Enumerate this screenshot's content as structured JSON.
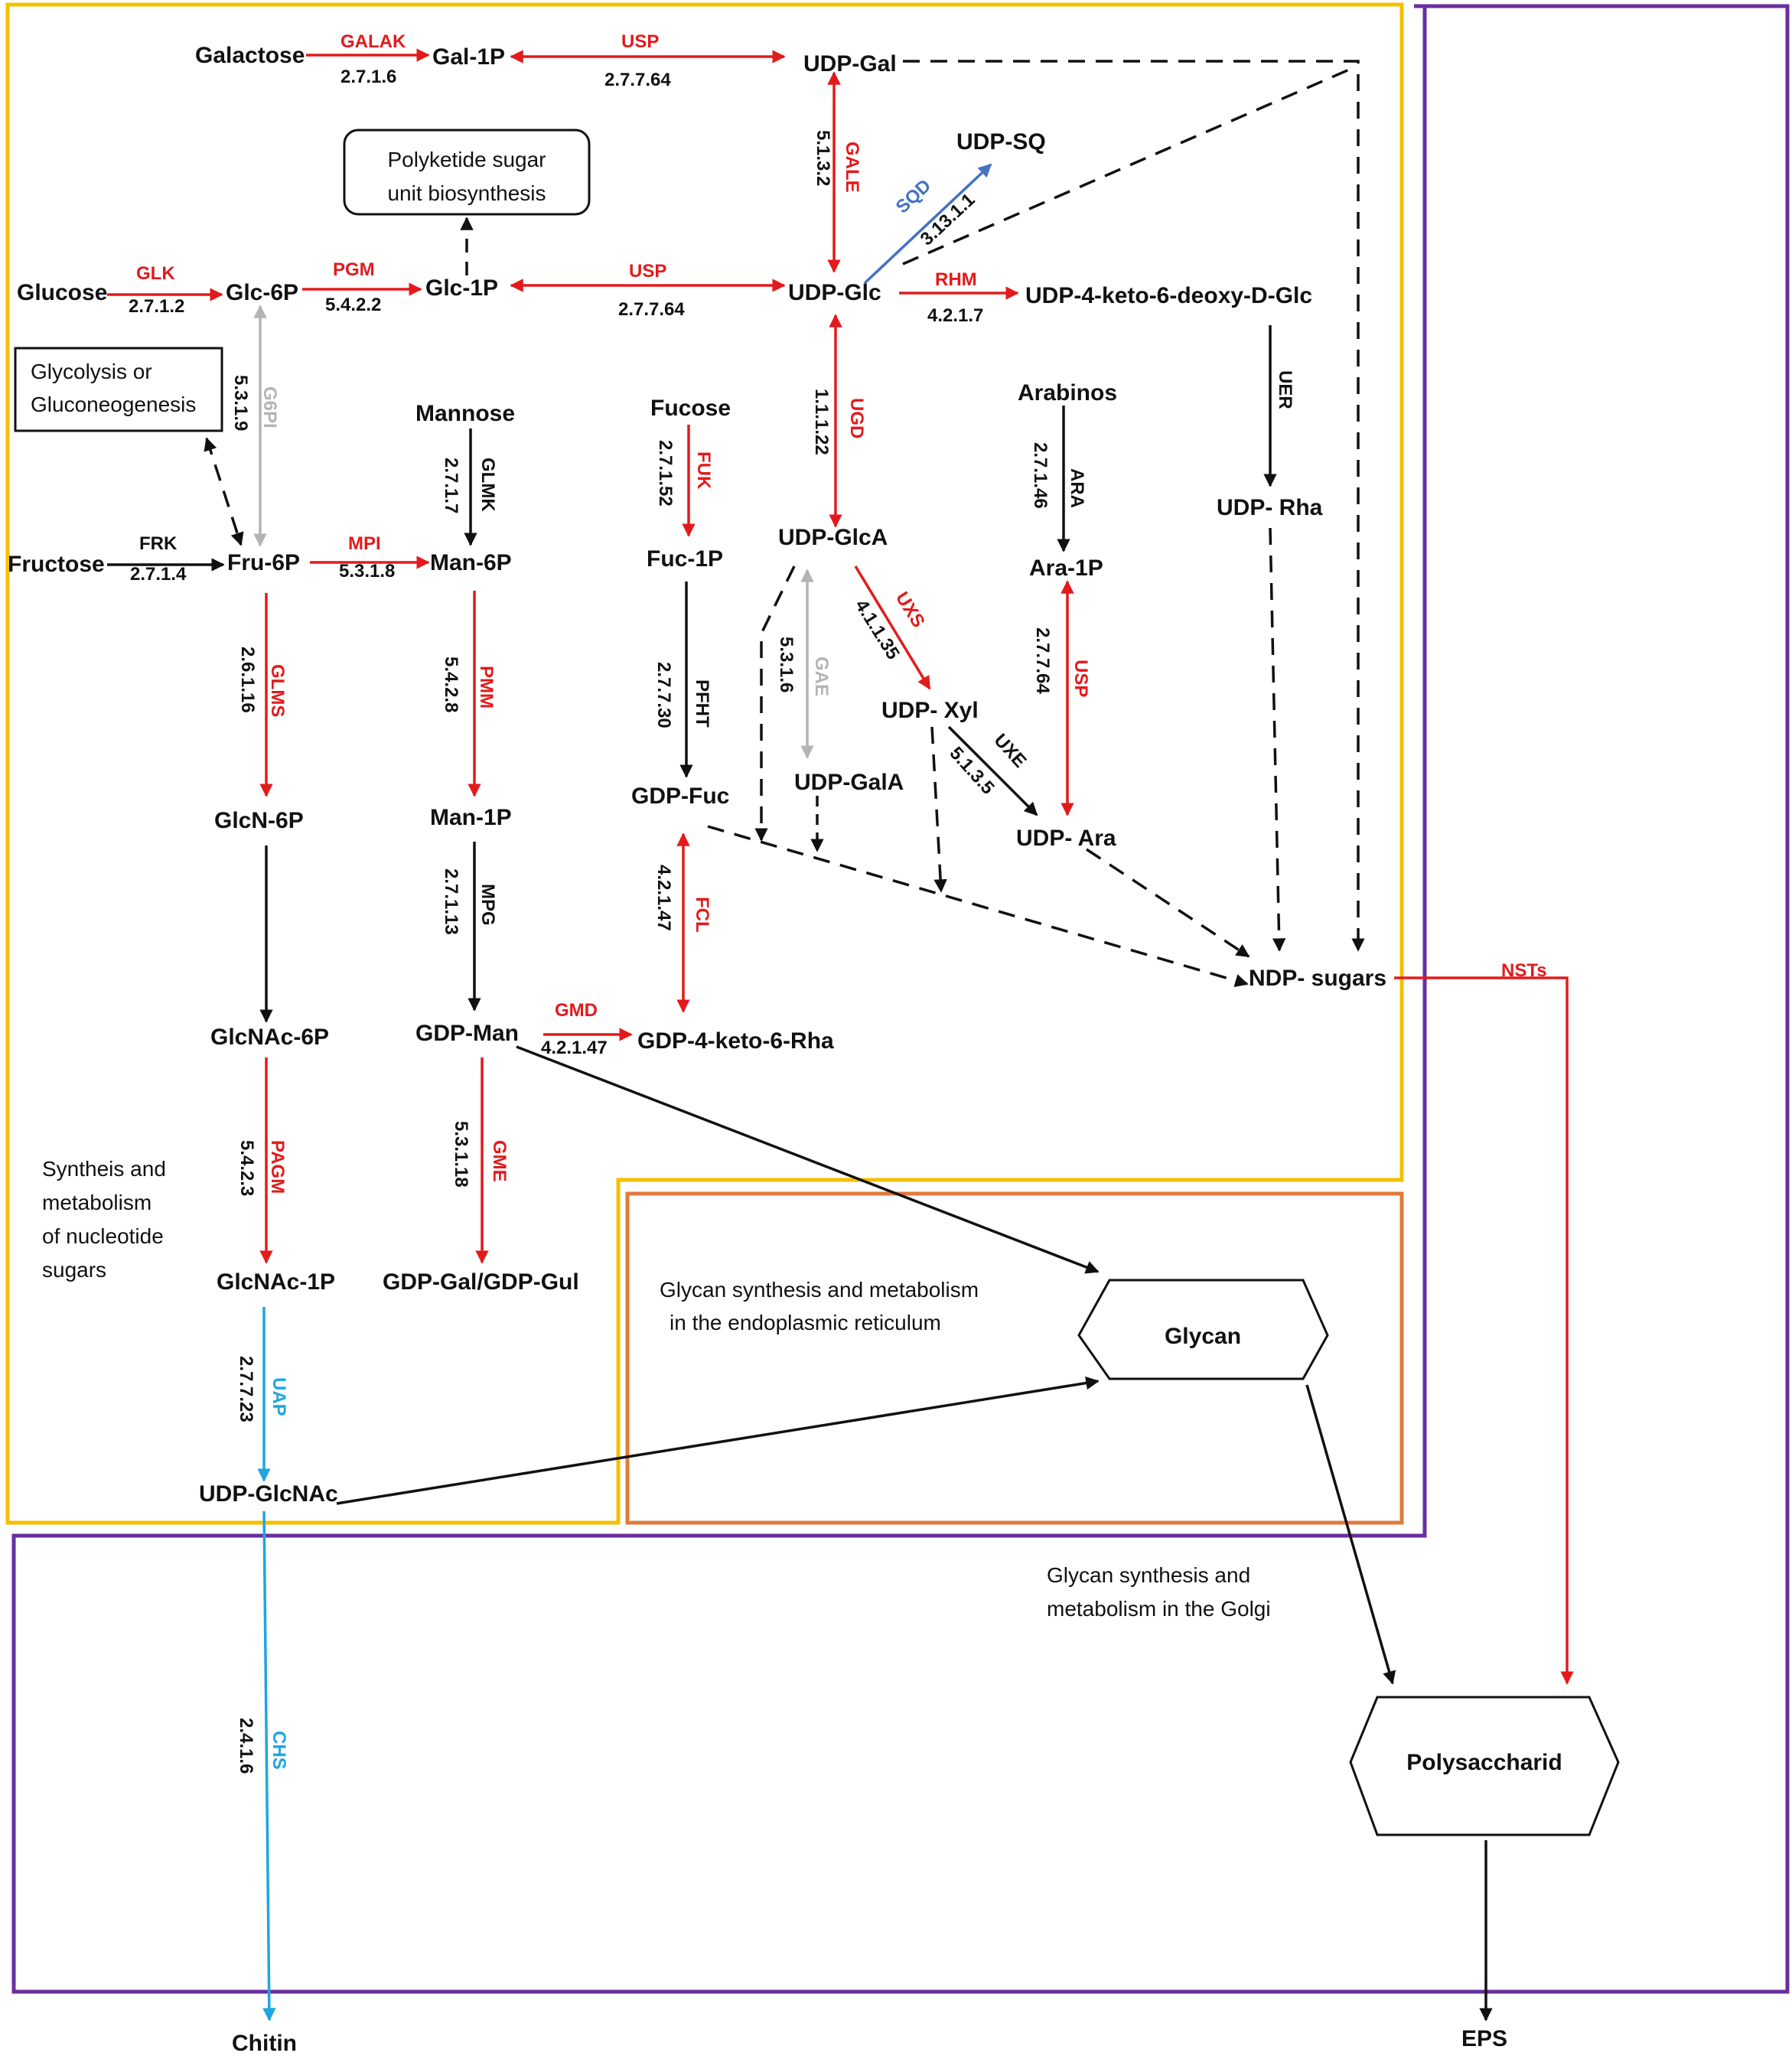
{
  "colors": {
    "red": "#e31a1c",
    "black": "#111111",
    "grey": "#b4b4b4",
    "cyan": "#1ea6e0",
    "blue": "#4472c4",
    "yellow_box": "#f5c000",
    "orange_box": "#e07a3c",
    "purple_box": "#6a2ea0"
  },
  "nodes": {
    "galactose": "Galactose",
    "gal1p": "Gal-1P",
    "udpgal": "UDP-Gal",
    "udpsq": "UDP-SQ",
    "polyketide_line1": "Polyketide sugar",
    "polyketide_line2": "unit biosynthesis",
    "glucose": "Glucose",
    "glc6p": "Glc-6P",
    "glc1p": "Glc-1P",
    "udpglc": "UDP-Glc",
    "udp4keto": "UDP-4-keto-6-deoxy-D-Glc",
    "glycolysis_line1": "Glycolysis or",
    "glycolysis_line2": "Gluconeogenesis",
    "mannose": "Mannose",
    "fucose": "Fucose",
    "arabinos": "Arabinos",
    "udprha": "UDP- Rha",
    "fructose": "Fructose",
    "fru6p": "Fru-6P",
    "man6p": "Man-6P",
    "fuc1p": "Fuc-1P",
    "udpglca": "UDP-GlcA",
    "ara1p": "Ara-1P",
    "udpxyl": "UDP- Xyl",
    "gdpfuc": "GDP-Fuc",
    "udpgala": "UDP-GalA",
    "udpara": "UDP- Ara",
    "glcn6p": "GlcN-6P",
    "man1p": "Man-1P",
    "ndpsugars": "NDP- sugars",
    "glcnac6p": "GlcNAc-6P",
    "gdpman": "GDP-Man",
    "gdp4keto": "GDP-4-keto-6-Rha",
    "glcnac1p": "GlcNAc-1P",
    "gdpgal": "GDP-Gal/GDP-Gul",
    "udpglcnac": "UDP-GlcNAc",
    "glycan": "Glycan",
    "polysaccharid": "Polysaccharid",
    "chitin": "Chitin",
    "eps": "EPS"
  },
  "notes": {
    "nucleotide_line1": "Syntheis  and",
    "nucleotide_line2": "metabolism",
    "nucleotide_line3": "of nucleotide",
    "nucleotide_line4": "sugars",
    "er_line1": "Glycan synthesis and metabolism",
    "er_line2": "in the endoplasmic reticulum",
    "golgi_line1": "Glycan synthesis and",
    "golgi_line2": "metabolism in the Golgi"
  },
  "enzymes": {
    "galak": "GALAK",
    "usp1": "USP",
    "usp2": "USP",
    "usp3": "USP",
    "glk": "GLK",
    "pgm": "PGM",
    "rhm": "RHM",
    "gale": "GALE",
    "sqd": "SQD",
    "g6pi": "G6PI",
    "glmk": "GLMK",
    "fuk": "FUK",
    "ugd": "UGD",
    "ara": "ARA",
    "uer": "UER",
    "frk": "FRK",
    "mpi": "MPI",
    "glms": "GLMS",
    "pmm": "PMM",
    "pfht": "PFHT",
    "gae": "GAE",
    "uxs": "UXS",
    "uxe": "UXE",
    "fcl": "FCL",
    "mpg": "MPG",
    "gmd": "GMD",
    "pagm": "PAGM",
    "gme": "GME",
    "nsts": "NSTs",
    "uap": "UAP",
    "chs": "CHS"
  },
  "ec": {
    "galak": "2.7.1.6",
    "usp1": "2.7.7.64",
    "usp2": "2.7.7.64",
    "usp3": "2.7.7.64",
    "glk": "2.7.1.2",
    "pgm": "5.4.2.2",
    "rhm": "4.2.1.7",
    "gale": "5.1.3.2",
    "sqd": "3.13.1.1",
    "g6pi": "5.3.1.9",
    "glmk": "2.7.1.7",
    "fuk": "2.7.1.52",
    "ugd": "1.1.1.22",
    "ara": "2.7.1.46",
    "frk": "2.7.1.4",
    "mpi": "5.3.1.8",
    "glms": "2.6.1.16",
    "pmm": "5.4.2.8",
    "pfht": "2.7.7.30",
    "gae": "5.3.1.6",
    "uxs": "4.1.1.35",
    "uxe": "5.1.3.5",
    "fcl": "4.2.1.47",
    "mpg": "2.7.1.13",
    "gmd": "4.2.1.47",
    "pagm": "5.4.2.3",
    "gme": "5.3.1.18",
    "uap": "2.7.7.23",
    "chs": "2.4.1.6"
  }
}
